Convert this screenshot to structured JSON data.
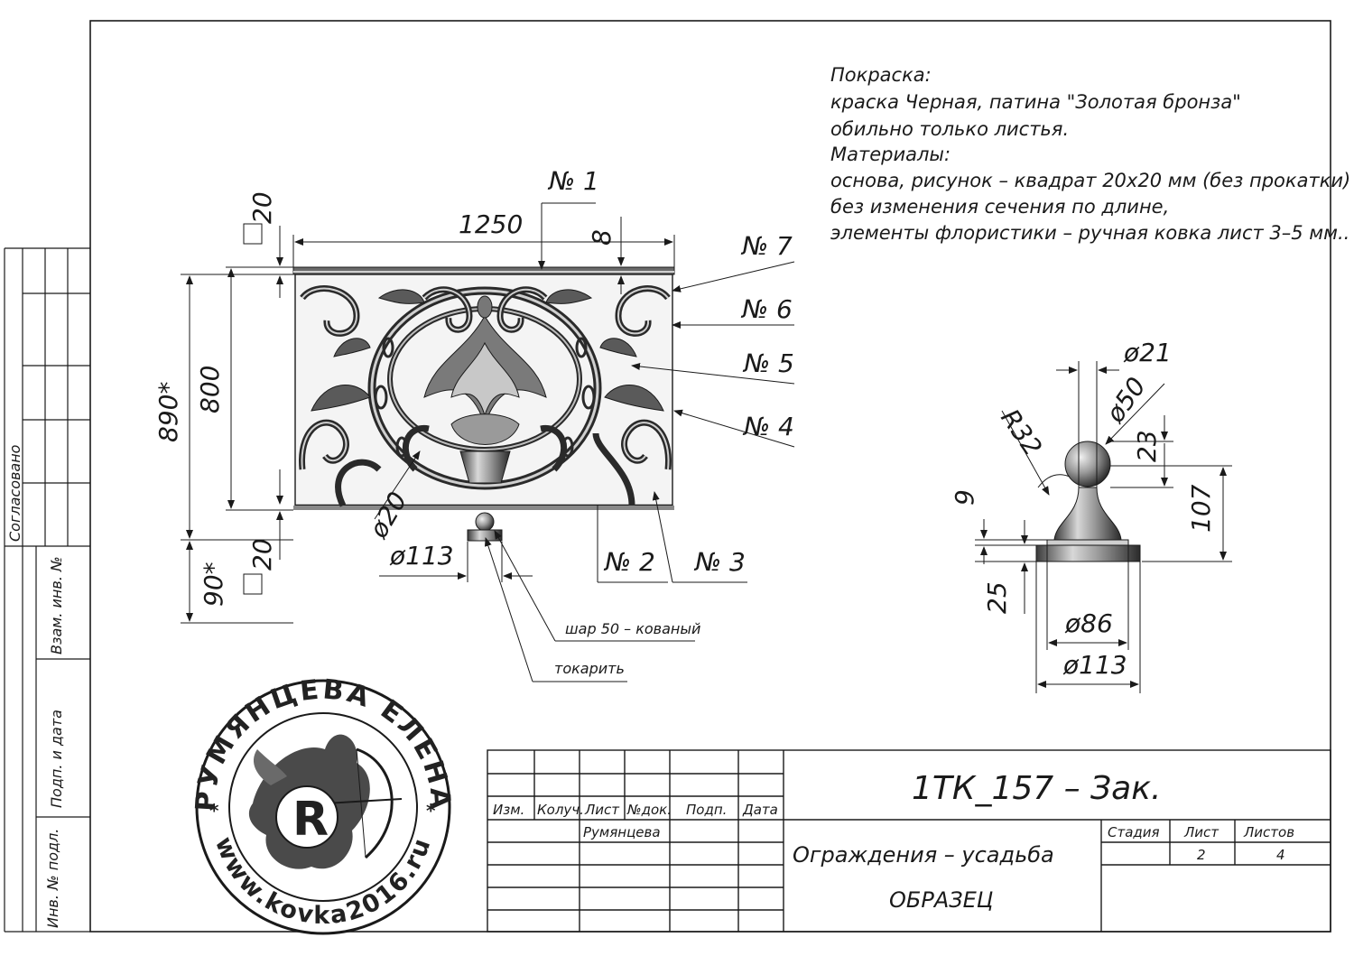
{
  "notes": {
    "line1": "Покраска:",
    "line2": "краска Черная, патина \"Золотая бронза\"",
    "line3": "обильно только листья.",
    "line4": "Материалы:",
    "line5": "основа, рисунок – квадрат 20х20 мм (без прокатки)",
    "line6": "без изменения сечения по длине,",
    "line7": "элементы флористики – ручная ковка лист 3–5 мм.."
  },
  "railing": {
    "dim_width": "1250",
    "dim_890": "890*",
    "dim_800": "800",
    "dim_20_top": "20",
    "dim_20_bottom": "20",
    "dim_90": "90*",
    "dim_8": "8",
    "dim_d20": "ø20",
    "dim_d113": "ø113",
    "callouts": {
      "n1": "№ 1",
      "n2": "№ 2",
      "n3": "№ 3",
      "n4": "№ 4",
      "n5": "№ 5",
      "n6": "№ 6",
      "n7": "№ 7"
    },
    "leader_ball": "шар 50 – кованый",
    "leader_turn": "токарить"
  },
  "finial": {
    "d21": "ø21",
    "d50": "ø50",
    "r32": "R32",
    "d23": "23",
    "d9": "9",
    "d107": "107",
    "d25": "25",
    "d86": "ø86",
    "d113": "ø113"
  },
  "side_stamp": {
    "agreed": "Согласовано",
    "vzam": "Взам. инв. №",
    "podp": "Подп. и дата",
    "inv": "Инв. № подл."
  },
  "title_block": {
    "code": "1ТК_157 –   Зак.",
    "col_izm": "Изм.",
    "col_koluch": "Колуч.",
    "col_list": "Лист",
    "col_ndok": "№док.",
    "col_podp": "Подп.",
    "col_data": "Дата",
    "author": "Румянцева",
    "name1": "Ограждения – усадьба",
    "name2": "ОБРАЗЕЦ",
    "h_stage": "Стадия",
    "h_sheet": "Лист",
    "h_sheets": "Листов",
    "v_sheet": "2",
    "v_sheets": "4"
  },
  "stamp": {
    "top_text": "РУМЯНЦЕВА ЕЛЕНА",
    "bottom_text": "www.kovka2016.ru",
    "letter": "R"
  }
}
